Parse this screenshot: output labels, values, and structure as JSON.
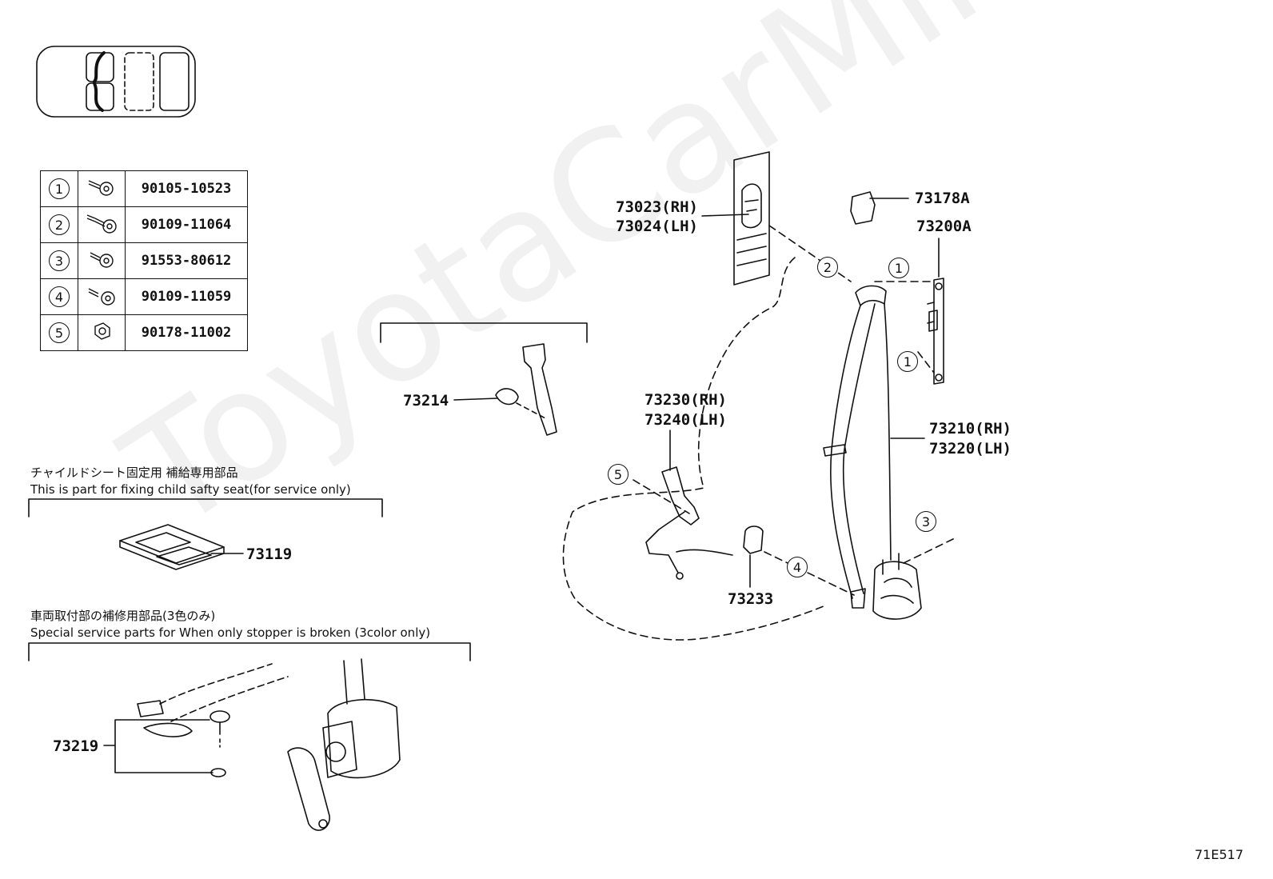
{
  "fastener_table": [
    {
      "ref": "1",
      "part_no": "90105-10523"
    },
    {
      "ref": "2",
      "part_no": "90109-11064"
    },
    {
      "ref": "3",
      "part_no": "91553-80612"
    },
    {
      "ref": "4",
      "part_no": "90109-11059"
    },
    {
      "ref": "5",
      "part_no": "90178-11002"
    }
  ],
  "part_labels": {
    "shoulder_anchor_cover_rh": "73023(RH)",
    "shoulder_anchor_cover_lh": "73024(LH)",
    "cover": "73178A",
    "adjuster": "73200A",
    "retractor_belt_rh": "73210(RH)",
    "retractor_belt_lh": "73220(LH)",
    "buckle_rh": "73230(RH)",
    "buckle_lh": "73240(LH)",
    "tongue_stopper": "73214",
    "child_seat_fixing_part": "73119",
    "anchor_cover": "73233",
    "stopper_service_parts": "73219"
  },
  "callouts": {
    "upper_adjuster_bolt": "1",
    "lower_adjuster_bolt": "1",
    "anchor_bolt": "2",
    "retractor_bolt": "3",
    "floor_anchor_bolt": "4",
    "buckle_nut": "5"
  },
  "notes": {
    "child_seat_jp": "チャイルドシート固定用  補給専用部品",
    "child_seat_en": "This is part for fixing child safty seat(for service only)",
    "stopper_jp": "車両取付部の補修用部品(3色のみ)",
    "stopper_en": "Special service parts for When only stopper is broken (3color only)"
  },
  "watermark": "ToyotaCarMine.ru",
  "figure_code": "71E517"
}
